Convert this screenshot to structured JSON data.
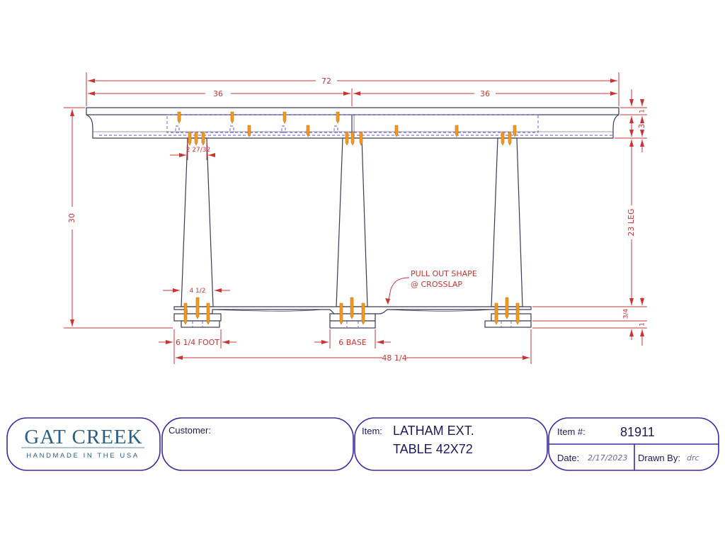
{
  "dimensions": {
    "overall_length": "72",
    "half_left": "36",
    "half_right": "36",
    "height": "30",
    "top_thickness": "1",
    "apron": "3",
    "leg_height": "23 LEG",
    "base_thickness_frac": "3/4",
    "base_bottom": "1",
    "leg_top_width": "2 27/32",
    "leg_bottom_width": "4 1/2",
    "foot": "6 1/4 FOOT",
    "base": "6 BASE",
    "base_span": "48 1/4"
  },
  "note": {
    "line1": "PULL OUT SHAPE",
    "line2": "@ CROSSLAP"
  },
  "title_block": {
    "logo_title": "GAT CREEK",
    "logo_sub": "HANDMADE IN THE USA",
    "customer_label": "Customer:",
    "customer_value": "",
    "item_label": "Item:",
    "item_line1": "LATHAM EXT.",
    "item_line2": "TABLE 42X72",
    "item_no_label": "Item #:",
    "item_no": "81911",
    "date_label": "Date:",
    "date_value": "2/17/2023",
    "drawn_by_label": "Drawn By:",
    "drawn_by_value": "drc"
  },
  "colors": {
    "outline": "#3a3a55",
    "dimension": "#cc3333",
    "fastener": "#f29a1e",
    "hidden": "#6a4bd0",
    "title_block": "#3a2aa0"
  }
}
